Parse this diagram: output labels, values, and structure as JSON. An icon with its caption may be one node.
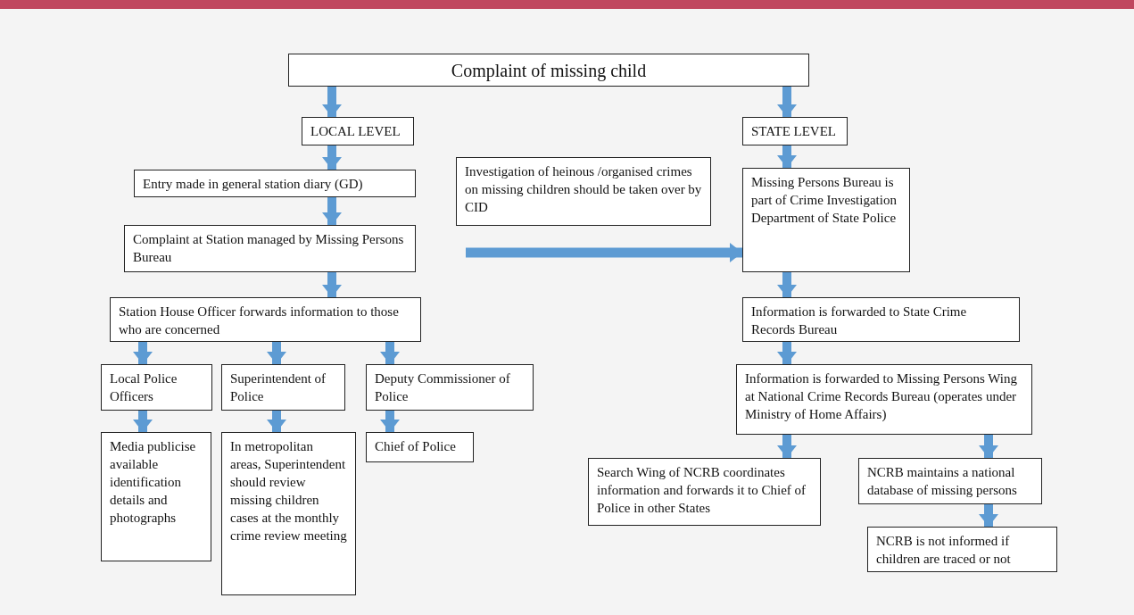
{
  "diagram": {
    "nodes": [
      {
        "text": [
          "Complaint of missing child"
        ]
      },
      {
        "text": [
          "LOCAL LEVEL"
        ]
      },
      {
        "text": [
          "STATE LEVEL"
        ]
      },
      {
        "text": [
          "Entry made in general station diary (GD)"
        ]
      },
      {
        "text": [
          "Investigation of heinous /organised crimes on missing children should be taken over by CID"
        ]
      },
      {
        "text": [
          "Missing Persons Bureau is part of Crime Investigation Department of State Police"
        ]
      },
      {
        "text": [
          "Complaint at Station managed by Missing Persons Bureau"
        ]
      },
      {
        "text": [
          "Station House Officer forwards information to those who are concerned"
        ]
      },
      {
        "text": [
          "Information is forwarded to State Crime Records Bureau"
        ]
      },
      {
        "text": [
          "Local Police Officers"
        ]
      },
      {
        "text": [
          "Superintendent of Police"
        ]
      },
      {
        "text": [
          "Deputy Commissioner of Police"
        ]
      },
      {
        "text": [
          "Information is forwarded to Missing Persons Wing at National Crime Records Bureau (operates under Ministry of Home Affairs)"
        ]
      },
      {
        "text": [
          "Media publicise available identification details and photographs"
        ]
      },
      {
        "text": [
          "In metropolitan areas, Superintendent should review missing children cases at the monthly crime review meeting"
        ]
      },
      {
        "text": [
          "Chief of Police"
        ]
      },
      {
        "text": [
          "Search Wing of NCRB coordinates information and forwards it to Chief of Police in other States"
        ]
      },
      {
        "text": [
          "NCRB maintains a national database of missing persons"
        ]
      },
      {
        "text": [
          "NCRB is not informed if children are traced or not"
        ]
      }
    ],
    "edges": [
      {
        "from": 0,
        "to": 1,
        "arrow": "to"
      },
      {
        "from": 0,
        "to": 2,
        "arrow": "to"
      },
      {
        "from": 1,
        "to": 3,
        "arrow": "to"
      },
      {
        "from": 3,
        "to": 6,
        "arrow": "to"
      },
      {
        "from": 6,
        "to": 7,
        "arrow": "to"
      },
      {
        "from": 7,
        "to": 9,
        "arrow": "to"
      },
      {
        "from": 7,
        "to": 10,
        "arrow": "to"
      },
      {
        "from": 7,
        "to": 11,
        "arrow": "to"
      },
      {
        "from": 9,
        "to": 13,
        "arrow": "to"
      },
      {
        "from": 10,
        "to": 14,
        "arrow": "to"
      },
      {
        "from": 11,
        "to": 15,
        "arrow": "to"
      },
      {
        "from": 2,
        "to": 5,
        "arrow": "to"
      },
      {
        "from": 5,
        "to": 8,
        "arrow": "to"
      },
      {
        "from": 8,
        "to": 12,
        "arrow": "to"
      },
      {
        "from": 12,
        "to": 16,
        "arrow": "to"
      },
      {
        "from": 12,
        "to": 17,
        "arrow": "to"
      },
      {
        "from": 17,
        "to": 18,
        "arrow": "to"
      },
      {
        "from": null,
        "to": 5,
        "arrow": "to"
      }
    ]
  }
}
